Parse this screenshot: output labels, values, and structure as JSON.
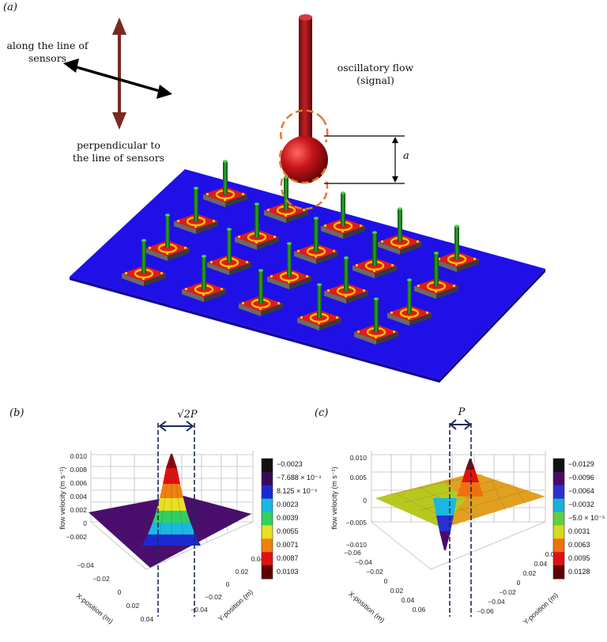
{
  "panels": {
    "a": "(a)",
    "b": "(b)",
    "c": "(c)"
  },
  "annotations": {
    "along_line_1": "along the line of",
    "along_line_2": "sensors",
    "perp_1": "perpendicular to",
    "perp_2": "the line of sensors",
    "osc_1": "oscillatory flow",
    "osc_2": "(signal)",
    "distance_label": "a"
  },
  "colors": {
    "plate": "#1f10e8",
    "sphere": "#c4141a",
    "rod": "#9e1a1e",
    "sensor_pad": "#e01a1a",
    "hair": "#1f7a1f",
    "arrow_brown": "#7a2a22"
  },
  "plot_b": {
    "spacing_label": "√2P",
    "zlabel": "flow velocity (m s⁻¹)",
    "xlabel": "X-position (m)",
    "ylabel": "Y-position (m)",
    "zticks": [
      "0.010",
      "0.008",
      "0.006",
      "0.004",
      "0.002",
      "0",
      "−0.002"
    ],
    "xticks": [
      "−0.04",
      "−0.02",
      "0",
      "0.02",
      "0.04"
    ],
    "yticks": [
      "0.04",
      "0.02",
      "0",
      "−0.02",
      "−0.04"
    ],
    "colorbar": [
      "−0.0023",
      "−7.688 × 10⁻⁴",
      "8.125 × 10⁻⁴",
      "0.0023",
      "0.0039",
      "0.0055",
      "0.0071",
      "0.0087",
      "0.0103"
    ],
    "colorbar_colors": [
      "#111111",
      "#3a0a5a",
      "#1a2ad0",
      "#19b8e0",
      "#30d060",
      "#e8e020",
      "#f08010",
      "#e01010",
      "#600000"
    ]
  },
  "plot_c": {
    "spacing_label": "P",
    "zlabel": "flow velocity (m s⁻¹)",
    "xlabel": "X-position (m)",
    "ylabel": "Y-position (m)",
    "zticks": [
      "0.010",
      "0.005",
      "0",
      "−0.005",
      "−0.010"
    ],
    "xticks": [
      "−0.06",
      "−0.04",
      "−0.02",
      "0",
      "0.02",
      "0.04",
      "0.06"
    ],
    "yticks": [
      "0.06",
      "0.04",
      "0.02",
      "0",
      "−0.02",
      "−0.04",
      "−0.06"
    ],
    "colorbar": [
      "−0.0129",
      "−0.0096",
      "−0.0064",
      "−0.0032",
      "−5.0 × 10⁻⁵",
      "0.0031",
      "0.0063",
      "0.0095",
      "0.0128"
    ],
    "colorbar_colors": [
      "#111111",
      "#4a0a6a",
      "#2a30d0",
      "#18b0d8",
      "#60d040",
      "#d8d820",
      "#f07010",
      "#e01010",
      "#600000"
    ]
  }
}
